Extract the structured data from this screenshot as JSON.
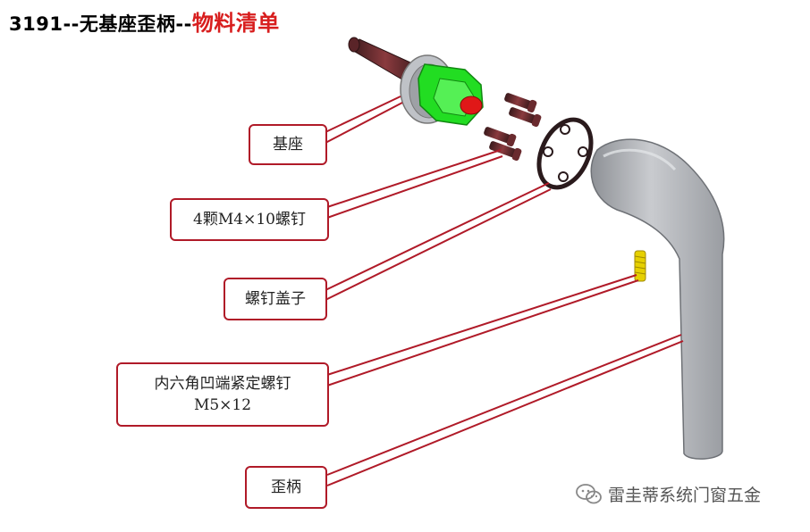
{
  "title": {
    "prefix": "3191--无基座歪柄--",
    "highlight": "物料清单"
  },
  "labels": {
    "base": "基座",
    "screws": "4颗M4×10螺钉",
    "cap": "螺钉盖子",
    "setscrew": "内六角凹端紧定螺钉\nM5×12",
    "handle": "歪柄"
  },
  "watermark": {
    "text": "雷圭蒂系统门窗五金",
    "icon": "wechat-icon"
  },
  "colors": {
    "leader": "#b01a28",
    "title_highlight": "#d81e1e",
    "handle": "#a9acb1",
    "base": "#22dd22",
    "spring": "#e6d000"
  }
}
